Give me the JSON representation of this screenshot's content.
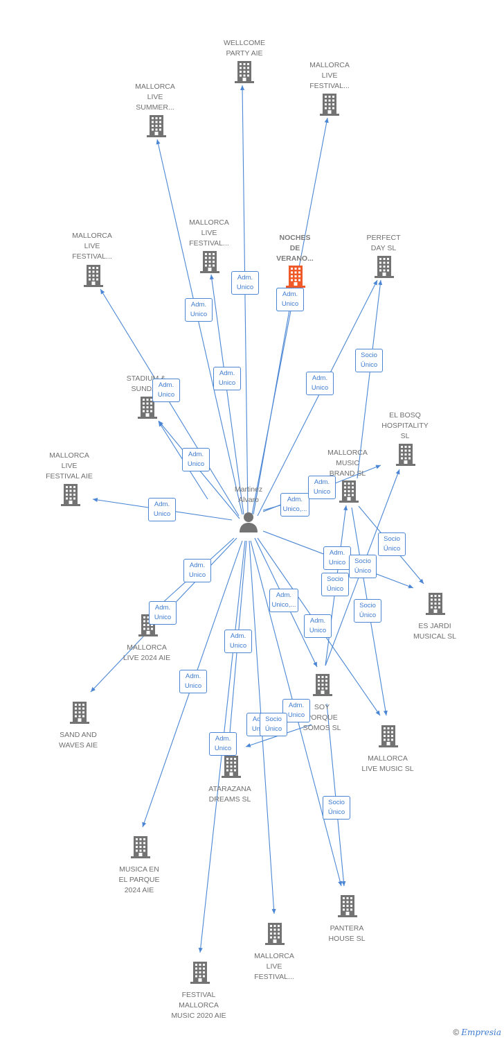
{
  "center": {
    "label": "Martinez\nAlvaro"
  },
  "colors": {
    "edge": "#4a86d4",
    "building": "#737373",
    "highlight": "#f05a28"
  },
  "nodes": [
    {
      "id": "wellcome",
      "label": "WELLCOME\nPARTY AIE"
    },
    {
      "id": "live_festival_1",
      "label": "MALLORCA\nLIVE\nFESTIVAL..."
    },
    {
      "id": "live_summer",
      "label": "MALLORCA\nLIVE\nSUMMER..."
    },
    {
      "id": "live_festival_2",
      "label": "MALLORCA\nLIVE\nFESTIVAL..."
    },
    {
      "id": "noches",
      "label": "NOCHES\nDE\nVERANO...",
      "highlight": true
    },
    {
      "id": "perfect_day",
      "label": "PERFECT\nDAY  SL"
    },
    {
      "id": "live_festival_3",
      "label": "MALLORCA\nLIVE\nFESTIVAL..."
    },
    {
      "id": "stadium",
      "label": "STADIUM &\nSUNDAY"
    },
    {
      "id": "el_bosq",
      "label": "EL BOSQ\nHOSPITALITY\nSL"
    },
    {
      "id": "music_brand",
      "label": "MALLORCA\nMUSIC\nBRAND  SL"
    },
    {
      "id": "live_festival_aie",
      "label": "MALLORCA\nLIVE\nFESTIVAL AIE"
    },
    {
      "id": "es_jardi",
      "label": "ES JARDI\nMUSICAL  SL"
    },
    {
      "id": "live_2024",
      "label": "MALLORCA\nLIVE 2024 AIE"
    },
    {
      "id": "soy",
      "label": "SOY\nPORQUE\nSOMOS  SL"
    },
    {
      "id": "sand_waves",
      "label": "SAND AND\nWAVES AIE"
    },
    {
      "id": "live_music",
      "label": "MALLORCA\nLIVE MUSIC  SL"
    },
    {
      "id": "atarazana",
      "label": "ATARAZANA\nDREAMS  SL"
    },
    {
      "id": "musica_parque",
      "label": "MUSICA EN\nEL PARQUE\n2024 AIE"
    },
    {
      "id": "pantera",
      "label": "PANTERA\nHOUSE  SL"
    },
    {
      "id": "live_festival_4",
      "label": "MALLORCA\nLIVE\nFESTIVAL..."
    },
    {
      "id": "festival_2020",
      "label": "FESTIVAL\nMALLORCA\nMUSIC 2020 AIE"
    }
  ],
  "edges": [
    {
      "from": "center",
      "to": "wellcome",
      "label": "Adm.\nUnico"
    },
    {
      "from": "center",
      "to": "live_summer",
      "label": "Adm.\nUnico"
    },
    {
      "from": "center",
      "to": "live_festival_1",
      "label": "Adm.\nUnico"
    },
    {
      "from": "center",
      "to": "noches",
      "label": "Adm.\nUnico"
    },
    {
      "from": "center",
      "to": "live_festival_2",
      "label": "Adm.\nUnico"
    },
    {
      "from": "center",
      "to": "live_festival_3",
      "label": "Adm.\nUnico"
    },
    {
      "from": "center",
      "to": "perfect_day",
      "label": "Adm.\nUnico"
    },
    {
      "from": "center",
      "to": "stadium",
      "label": "Adm.\nUnico"
    },
    {
      "from": "center",
      "to": "live_festival_aie",
      "label": "Adm.\nUnico"
    },
    {
      "from": "center",
      "to": "music_brand",
      "label": "Adm.\nUnico,..."
    },
    {
      "from": "center",
      "to": "el_bosq",
      "label": "Adm.\nUnico"
    },
    {
      "from": "center",
      "to": "es_jardi",
      "label": "Adm.\nUnico"
    },
    {
      "from": "center",
      "to": "live_2024",
      "label": "Adm.\nUnico"
    },
    {
      "from": "center",
      "to": "sand_waves",
      "label": "Adm.\nUnico"
    },
    {
      "from": "center",
      "to": "soy",
      "label": "Adm.\nUnico,..."
    },
    {
      "from": "center",
      "to": "live_music",
      "label": "Adm.\nUnico"
    },
    {
      "from": "center",
      "to": "atarazana",
      "label": "Adm.\nUnico"
    },
    {
      "from": "center",
      "to": "musica_parque",
      "label": "Adm.\nUnico"
    },
    {
      "from": "center",
      "to": "pantera",
      "label": "Adm.\nUnico"
    },
    {
      "from": "center",
      "to": "live_festival_4",
      "label": "Adm.\nUnico"
    },
    {
      "from": "center",
      "to": "festival_2020",
      "label": "Adm.\nUnico"
    },
    {
      "from": "music_brand",
      "to": "perfect_day",
      "label": "Socio\nÚnico"
    },
    {
      "from": "music_brand",
      "to": "es_jardi",
      "label": "Socio\nÚnico"
    },
    {
      "from": "music_brand",
      "to": "live_music",
      "label": "Socio\nÚnico"
    },
    {
      "from": "soy",
      "to": "el_bosq",
      "label": "Socio\nÚnico"
    },
    {
      "from": "soy",
      "to": "music_brand",
      "label": "Socio\nÚnico"
    },
    {
      "from": "soy",
      "to": "pantera",
      "label": "Socio\nÚnico"
    },
    {
      "from": "soy",
      "to": "atarazana",
      "label": "Socio\nÚnico"
    },
    {
      "from": "live_festival_aie",
      "to": "stadium",
      "label": "Adm.\nUnico"
    }
  ],
  "branding": {
    "copyright": "©",
    "name": "Empresia"
  }
}
